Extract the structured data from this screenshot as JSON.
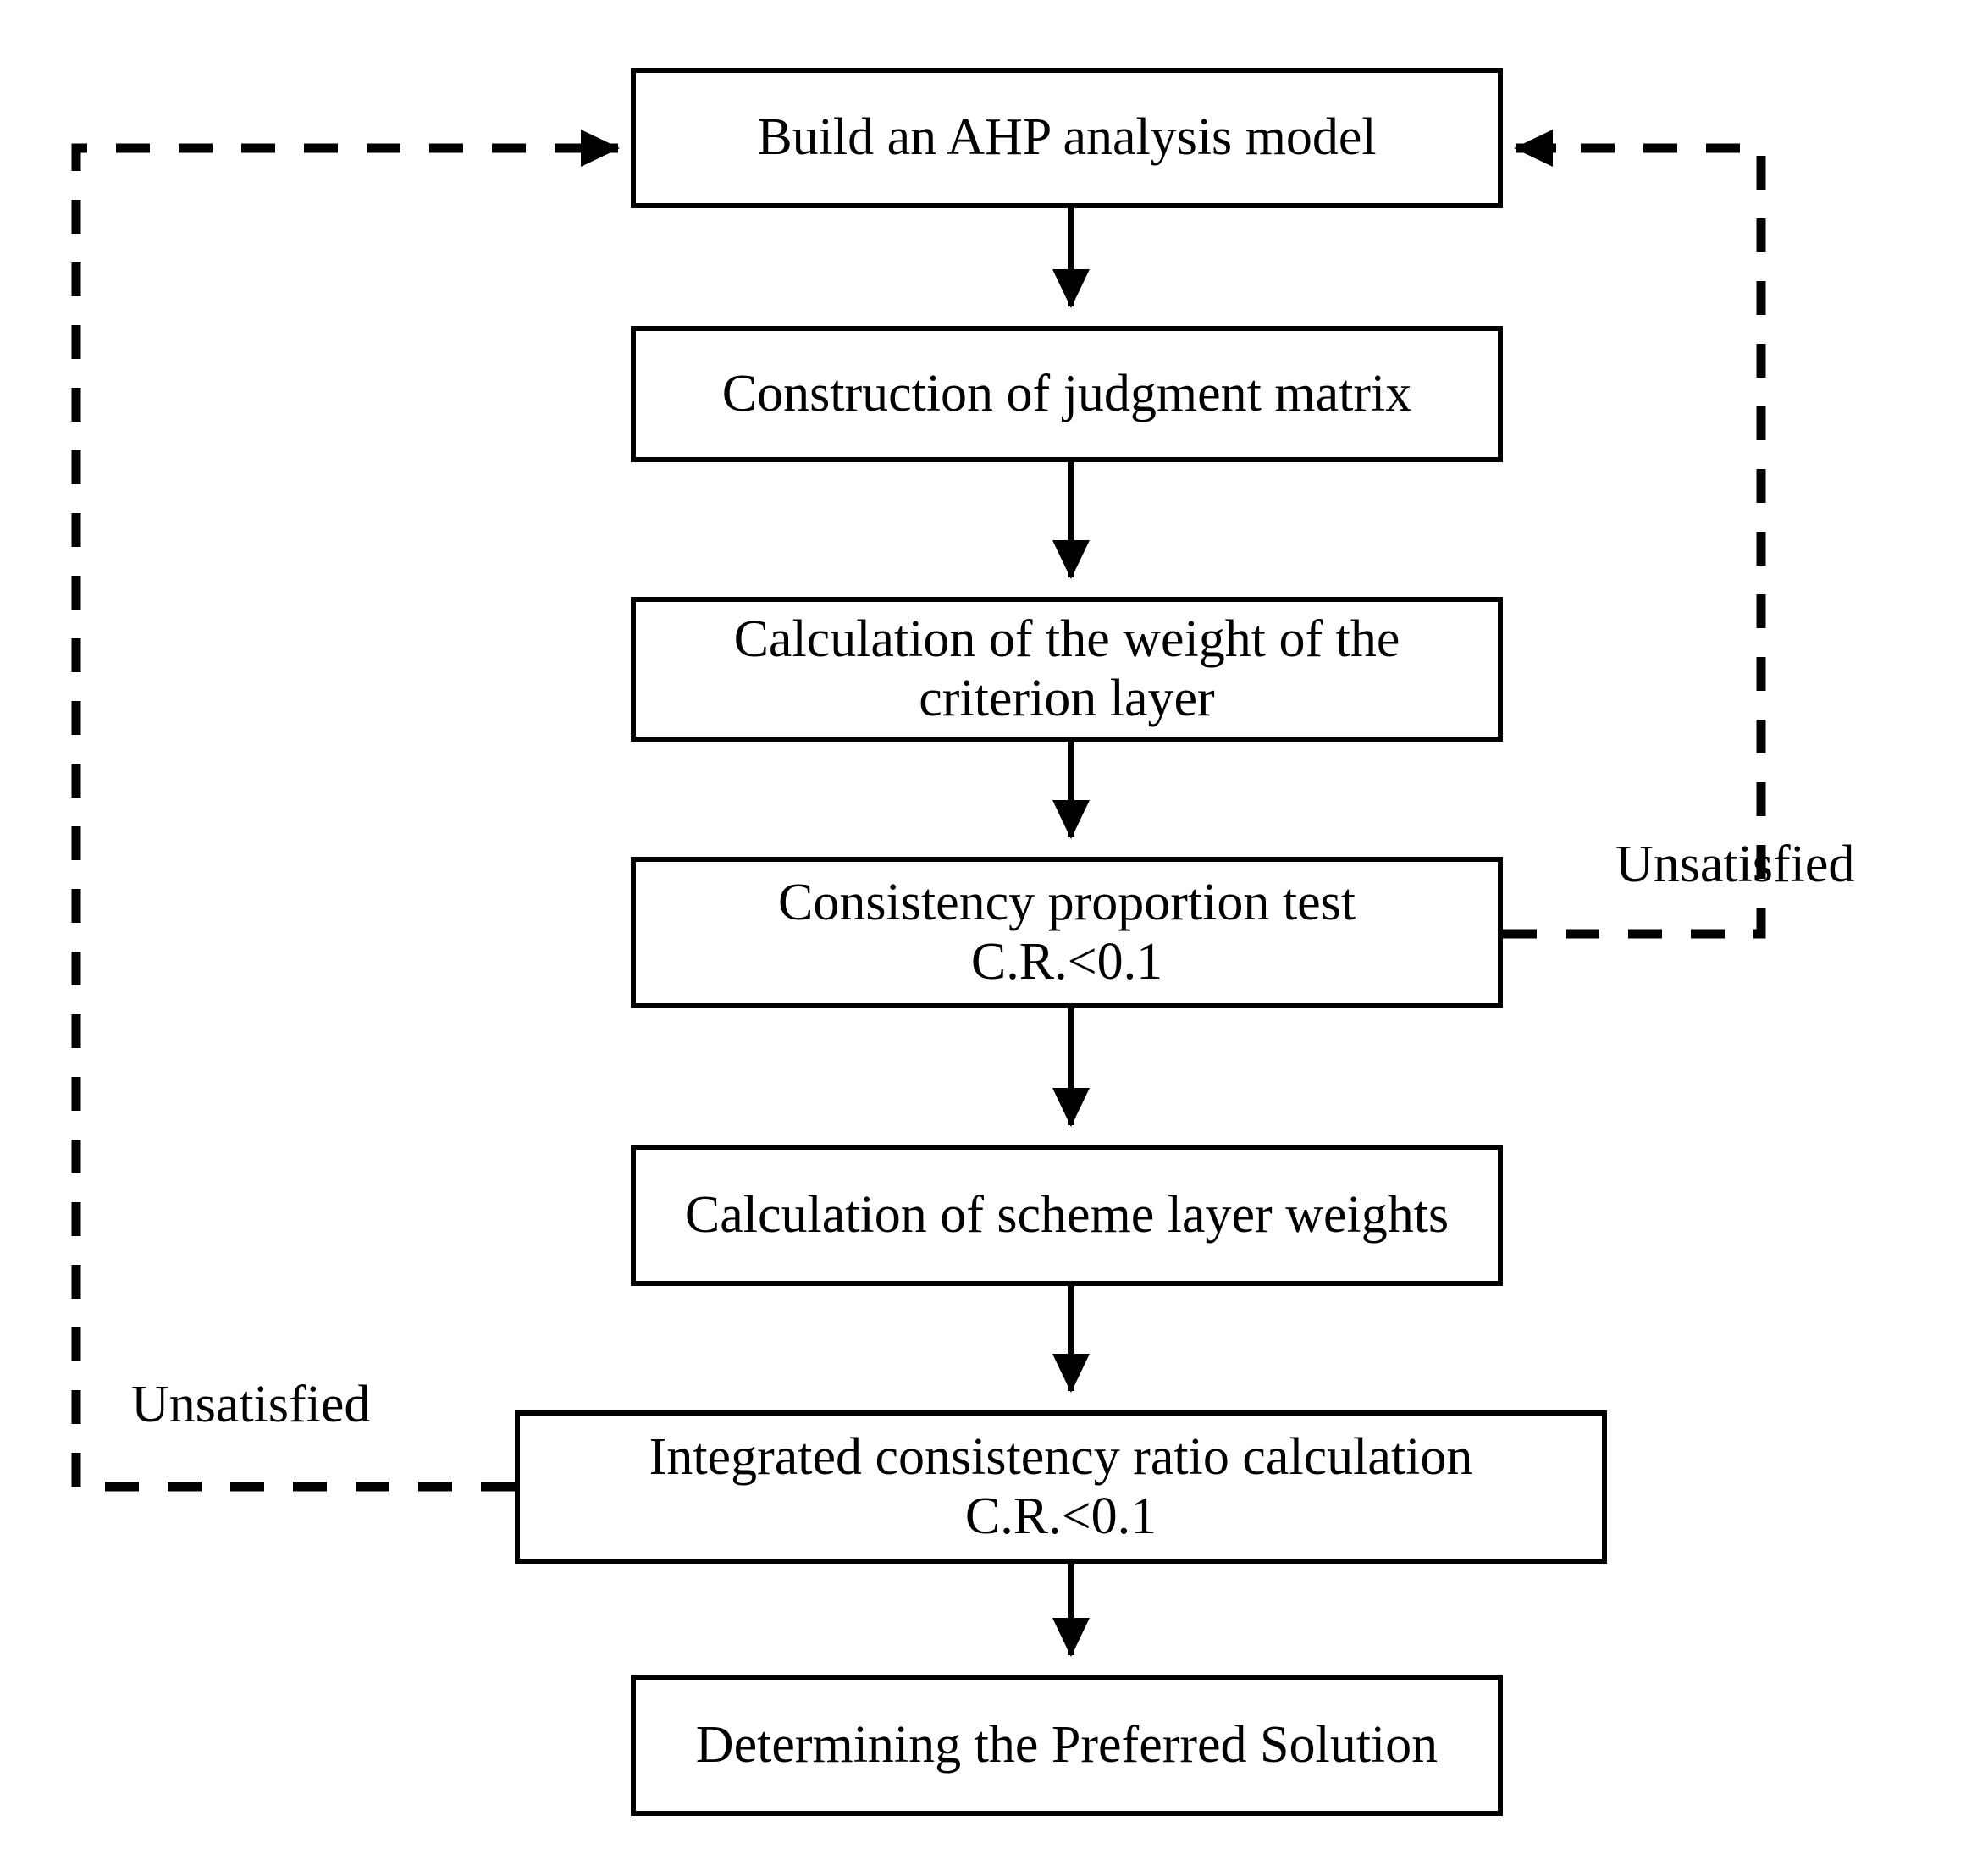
{
  "diagram": {
    "title": "AHP analysis flowchart",
    "accent_color": "#000000",
    "background": "#ffffff",
    "nodes": [
      {
        "id": "n1",
        "label": "Build an AHP analysis model"
      },
      {
        "id": "n2",
        "label": "Construction of judgment matrix"
      },
      {
        "id": "n3",
        "label": "Calculation of the weight of the\ncriterion layer"
      },
      {
        "id": "n4",
        "label": "Consistency proportion test\nC.R.<0.1"
      },
      {
        "id": "n5",
        "label": "Calculation of scheme layer weights"
      },
      {
        "id": "n6",
        "label": "Integrated consistency ratio calculation\nC.R.<0.1"
      },
      {
        "id": "n7",
        "label": "Determining the Preferred Solution"
      }
    ],
    "edges": [
      {
        "from": "n1",
        "to": "n2",
        "style": "solid",
        "label": ""
      },
      {
        "from": "n2",
        "to": "n3",
        "style": "solid",
        "label": ""
      },
      {
        "from": "n3",
        "to": "n4",
        "style": "solid",
        "label": ""
      },
      {
        "from": "n4",
        "to": "n5",
        "style": "solid",
        "label": ""
      },
      {
        "from": "n5",
        "to": "n6",
        "style": "solid",
        "label": ""
      },
      {
        "from": "n6",
        "to": "n7",
        "style": "solid",
        "label": ""
      },
      {
        "from": "n4",
        "to": "n1",
        "style": "dashed",
        "label": "Unsatisfied",
        "route": "right"
      },
      {
        "from": "n6",
        "to": "n1",
        "style": "dashed",
        "label": "Unsatisfied",
        "route": "left"
      }
    ],
    "labels": {
      "unsatisfied_right": "Unsatisfied",
      "unsatisfied_left": "Unsatisfied"
    }
  }
}
